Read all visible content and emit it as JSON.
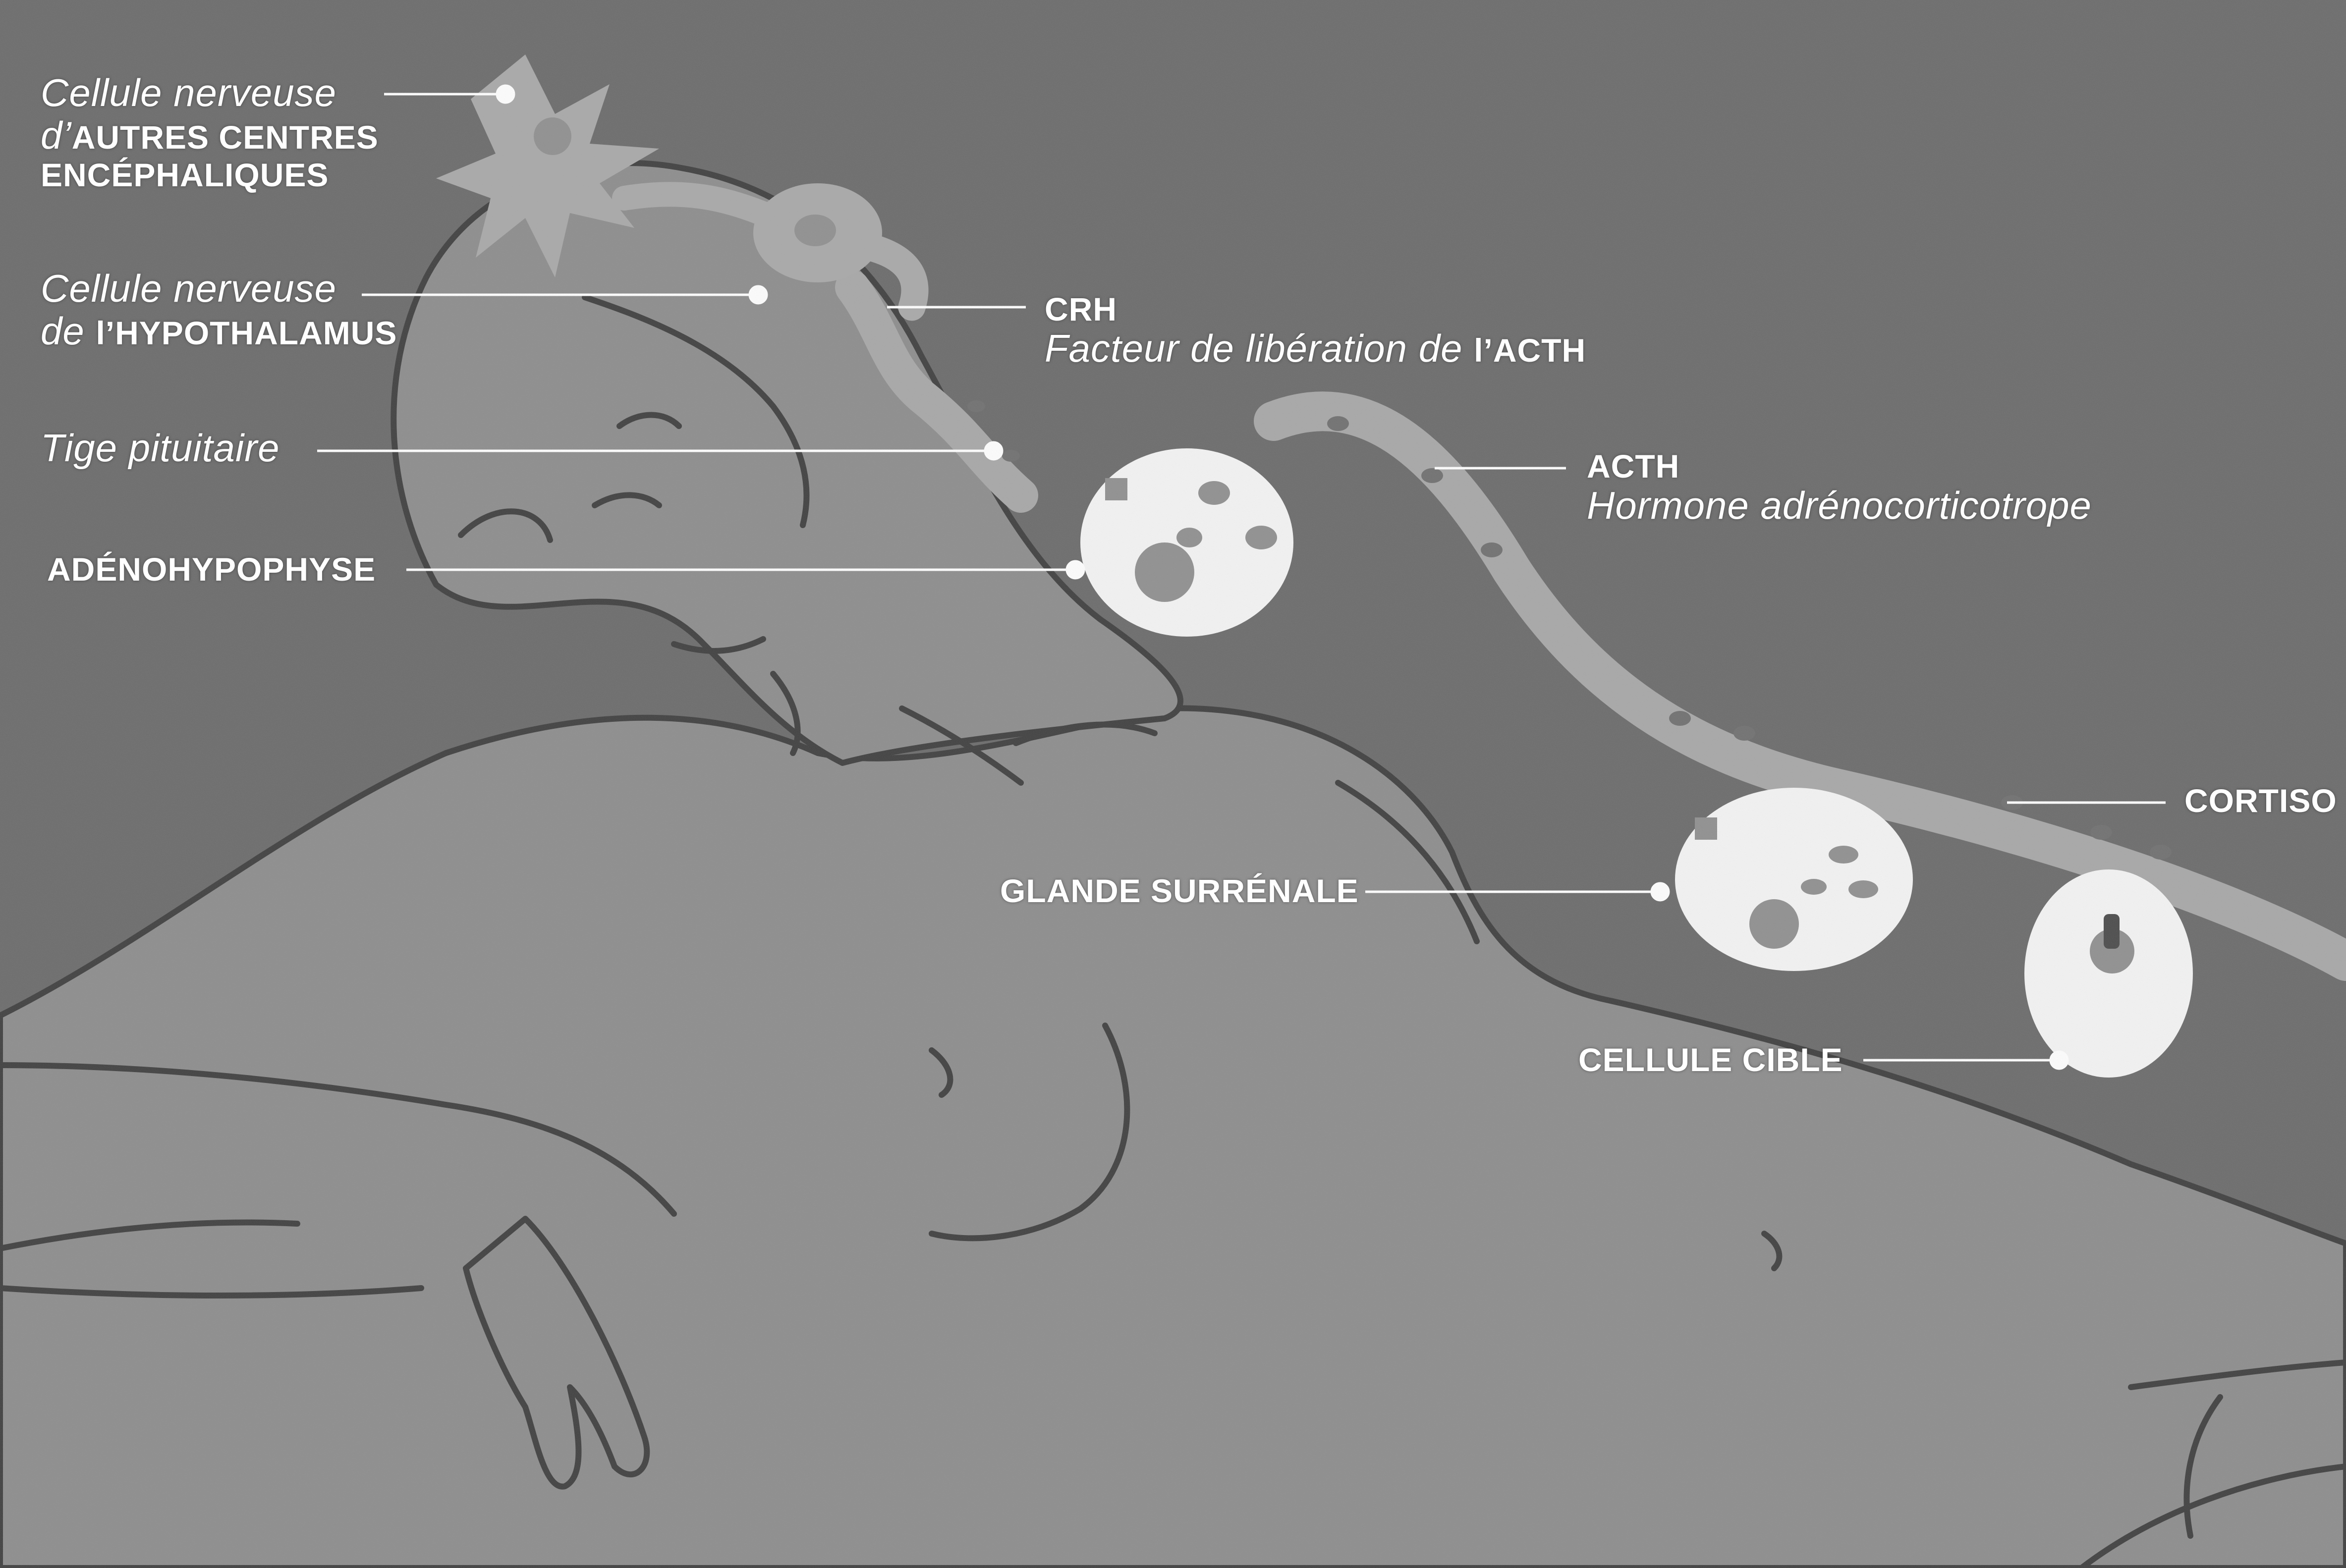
{
  "labels": {
    "other_nerve_cell": {
      "line1": "Cellule nerveuse",
      "line2_prefix": "d’",
      "line2_bold": "AUTRES CENTRES",
      "line3_bold": "ENCÉPHALIQUES"
    },
    "hypothalamus_cell": {
      "line1": "Cellule nerveuse",
      "line2_prefix": "de ",
      "line2_bold": "l’HYPOTHALAMUS"
    },
    "pituitary_stalk": "Tige pituitaire",
    "adenohypophysis": "ADÉNOHYPOPHYSE",
    "crh": {
      "title": "CRH",
      "desc_prefix": "Facteur de libération de ",
      "desc_bold": "l’ACTH"
    },
    "acth": {
      "title": "ACTH",
      "desc": "Hormone adrénocorticotrope"
    },
    "cortisol": "CORTISO",
    "adrenal_gland": "GLANDE SURRÉNALE",
    "target_cell": "CELLULE CIBLE"
  },
  "colors": {
    "background": "#6a6a6a",
    "body": "#8c8c8c",
    "outline": "#3e3e3e",
    "pathway": "#a7a7a7",
    "cell": "#f4f4f4",
    "nucleus": "#8f8f8f",
    "leader": "#ffffff"
  }
}
